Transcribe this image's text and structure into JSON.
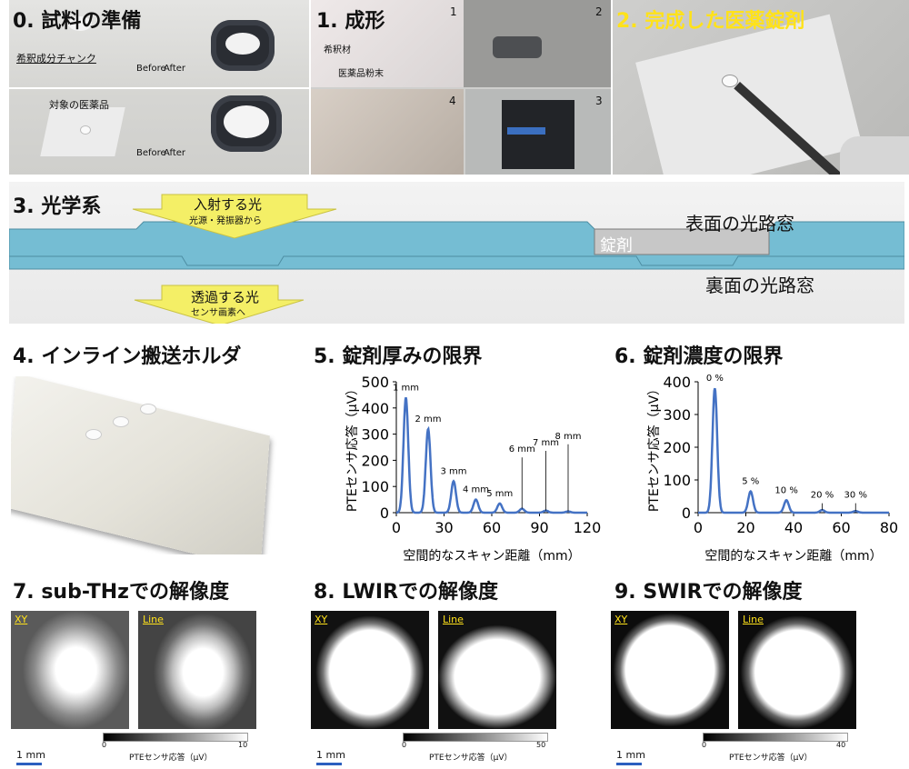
{
  "sections": {
    "s0": {
      "title": "0. 試料の準備",
      "dilution_label": "希釈成分チャンク",
      "target_label": "対象の医薬品",
      "before": "Before",
      "after": "After"
    },
    "s1": {
      "title": "1. 成形",
      "diluent": "希釈材",
      "powder": "医薬品粉末",
      "steps": [
        "1",
        "2",
        "3",
        "4"
      ]
    },
    "s2": {
      "title": "2. 完成した医薬錠剤"
    },
    "s3": {
      "title": "3. 光学系",
      "incident": "入射する光",
      "incident_sub": "光源・発振器から",
      "transmitted": "透過する光",
      "transmitted_sub": "センサ画素へ",
      "tablet": "錠剤",
      "front_window": "表面の光路窓",
      "back_window": "裏面の光路窓"
    },
    "s4": {
      "title": "4. インライン搬送ホルダ"
    },
    "s5": {
      "title": "5. 錠剤厚みの限界"
    },
    "s6": {
      "title": "6. 錠剤濃度の限界"
    },
    "s7": {
      "title": "7. sub-THzでの解像度",
      "xy": "XY",
      "line": "Line",
      "scale": "1 mm",
      "cb_label": "PTEセンサ応答（μV）",
      "cb_min": "0",
      "cb_max": "10"
    },
    "s8": {
      "title": "8. LWIRでの解像度",
      "xy": "XY",
      "line": "Line",
      "scale": "1 mm",
      "cb_label": "PTEセンサ応答（μV）",
      "cb_min": "0",
      "cb_max": "50"
    },
    "s9": {
      "title": "9. SWIRでの解像度",
      "xy": "XY",
      "line": "Line",
      "scale": "1 mm",
      "cb_label": "PTEセンサ応答（μV）",
      "cb_min": "0",
      "cb_max": "40"
    }
  },
  "chart_data": [
    {
      "type": "line",
      "title": "5. 錠剤厚みの限界",
      "xlabel": "空間的なスキャン距離（mm）",
      "ylabel": "PTEセンサ応答（μV）",
      "xlim": [
        0,
        120
      ],
      "ylim": [
        0,
        500
      ],
      "xticks": [
        0,
        30,
        60,
        90,
        120
      ],
      "yticks": [
        0,
        100,
        200,
        300,
        400,
        500
      ],
      "peaks": [
        {
          "x": 6,
          "y": 440,
          "label": "1 mm"
        },
        {
          "x": 20,
          "y": 320,
          "label": "2 mm"
        },
        {
          "x": 36,
          "y": 120,
          "label": "3 mm"
        },
        {
          "x": 50,
          "y": 50,
          "label": "4 mm"
        },
        {
          "x": 65,
          "y": 35,
          "label": "5 mm"
        },
        {
          "x": 79,
          "y": 15,
          "label": "6 mm"
        },
        {
          "x": 94,
          "y": 8,
          "label": "7 mm"
        },
        {
          "x": 108,
          "y": 5,
          "label": "8 mm"
        }
      ]
    },
    {
      "type": "line",
      "title": "6. 錠剤濃度の限界",
      "xlabel": "空間的なスキャン距離（mm）",
      "ylabel": "PTEセンサ応答（μV）",
      "xlim": [
        0,
        80
      ],
      "ylim": [
        0,
        400
      ],
      "xticks": [
        0,
        20,
        40,
        60,
        80
      ],
      "yticks": [
        0,
        100,
        200,
        300,
        400
      ],
      "peaks": [
        {
          "x": 7,
          "y": 380,
          "label": "0 %"
        },
        {
          "x": 22,
          "y": 65,
          "label": "5 %"
        },
        {
          "x": 37,
          "y": 38,
          "label": "10 %"
        },
        {
          "x": 52,
          "y": 8,
          "label": "20 %"
        },
        {
          "x": 66,
          "y": 5,
          "label": "30 %"
        }
      ]
    }
  ]
}
